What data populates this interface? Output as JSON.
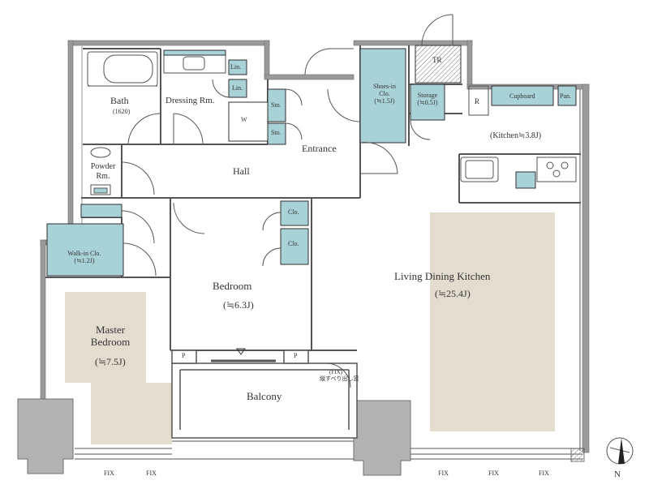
{
  "colors": {
    "wall": "#9a9a9a",
    "wall_edge": "#6f6f6f",
    "storage_fill": "#a9d2d8",
    "storage_edge": "#2f2f2f",
    "rug_fill": "#e2ddcf",
    "pillar_fill": "#b3b3b3",
    "text": "#333333"
  },
  "rooms": {
    "bath": {
      "name": "Bath",
      "size": "(1620)"
    },
    "dressing": {
      "name": "Dressing Rm."
    },
    "lin_upper": {
      "name": "Lin."
    },
    "lin_lower": {
      "name": "Lin."
    },
    "w_marker": {
      "name": "W"
    },
    "sto_upper": {
      "name": "Sto."
    },
    "sto_lower": {
      "name": "Sto."
    },
    "shoes_in": {
      "name_line1": "Shoes-in",
      "name_line2": "Clo.",
      "size": "(≒1.5J)"
    },
    "storage": {
      "name": "Storage",
      "size": "(≒0.5J)"
    },
    "tr": {
      "name": "TR"
    },
    "r_marker": {
      "name": "R"
    },
    "cupboard": {
      "name": "Cupboard"
    },
    "pantry": {
      "name": "Pan."
    },
    "kitchen": {
      "name": "(Kitchen≒3.8J)"
    },
    "entrance": {
      "name": "Entrance"
    },
    "hall": {
      "name": "Hall"
    },
    "powder": {
      "name_line1": "Powder",
      "name_line2": "Rm."
    },
    "walk_in": {
      "name": "Walk-in Clo.",
      "size": "(≒1.2J)"
    },
    "clo_upper": {
      "name": "Clo."
    },
    "clo_lower": {
      "name": "Clo."
    },
    "bedroom": {
      "name": "Bedroom",
      "size": "(≒6.3J)"
    },
    "ldk": {
      "name": "Living Dining Kitchen",
      "size": "(≒25.4J)"
    },
    "master": {
      "name_line1": "Master",
      "name_line2": "Bedroom",
      "size": "(≒7.5J)"
    },
    "balcony": {
      "name": "Balcony"
    },
    "p_left": {
      "name": "P"
    },
    "p_right": {
      "name": "P"
    },
    "fix_note": {
      "line1": "(FIX)",
      "line2": "縦すべり出し窓"
    }
  },
  "window_marks": [
    "FIX",
    "FIX",
    "FIX",
    "FIX",
    "FIX"
  ],
  "compass": {
    "label": "N"
  }
}
